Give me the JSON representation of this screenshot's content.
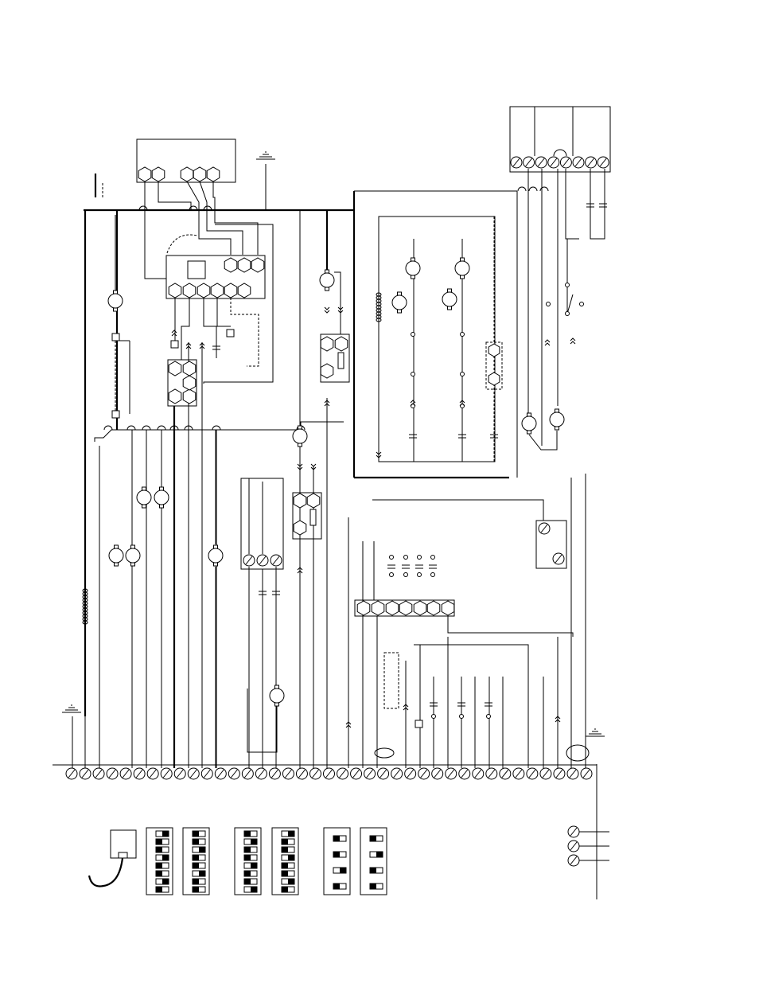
{
  "diagram": {
    "background": "#ffffff",
    "ink": "#000000",
    "terminal_strip": {
      "count": 39
    },
    "dip_switch_banks": [
      {
        "positions": 8
      },
      {
        "positions": 8
      },
      {
        "positions": 8
      },
      {
        "positions": 8
      },
      {
        "positions": 4
      },
      {
        "positions": 4
      }
    ],
    "top_right_block": {
      "terminals": 8
    },
    "transformer_plug_connector": {
      "pins": 7
    },
    "small_terminal_group": {
      "count": 3
    }
  }
}
